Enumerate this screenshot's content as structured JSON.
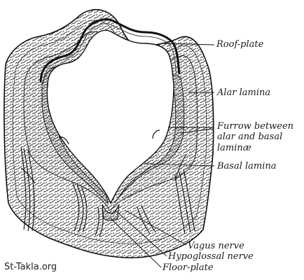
{
  "labels": {
    "roof_plate": "Roof-plate",
    "alar_lamina": "Alar lamina",
    "furrow_line1": "Furrow between",
    "furrow_line2": "alar and basal",
    "furrow_line3": "laminæ",
    "basal_lamina": "Basal lamina",
    "vagus_nerve": "Vagus nerve",
    "hypoglossal_nerve": "Hypoglossal nerve",
    "floor_plate": "Floor-plate"
  },
  "watermark": "St-Takla.org",
  "colors": {
    "ink": "#1a1a1a",
    "background": "#ffffff"
  }
}
